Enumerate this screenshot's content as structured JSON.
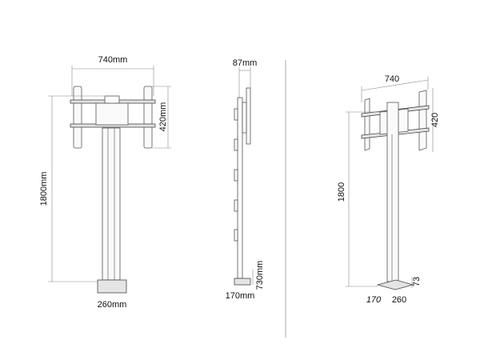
{
  "front_view": {
    "width_label": "740mm",
    "plate_height_label": "420mm",
    "total_height_label": "1800mm",
    "base_width_label": "260mm"
  },
  "side_view": {
    "depth_label": "87mm",
    "base_height_label": "730mm",
    "base_depth_label": "170mm"
  },
  "iso_view": {
    "width_label": "740",
    "plate_height_label": "420",
    "total_height_label": "1800",
    "base_height_label": "73",
    "base_depth_label": "170",
    "base_width_label": "260"
  }
}
